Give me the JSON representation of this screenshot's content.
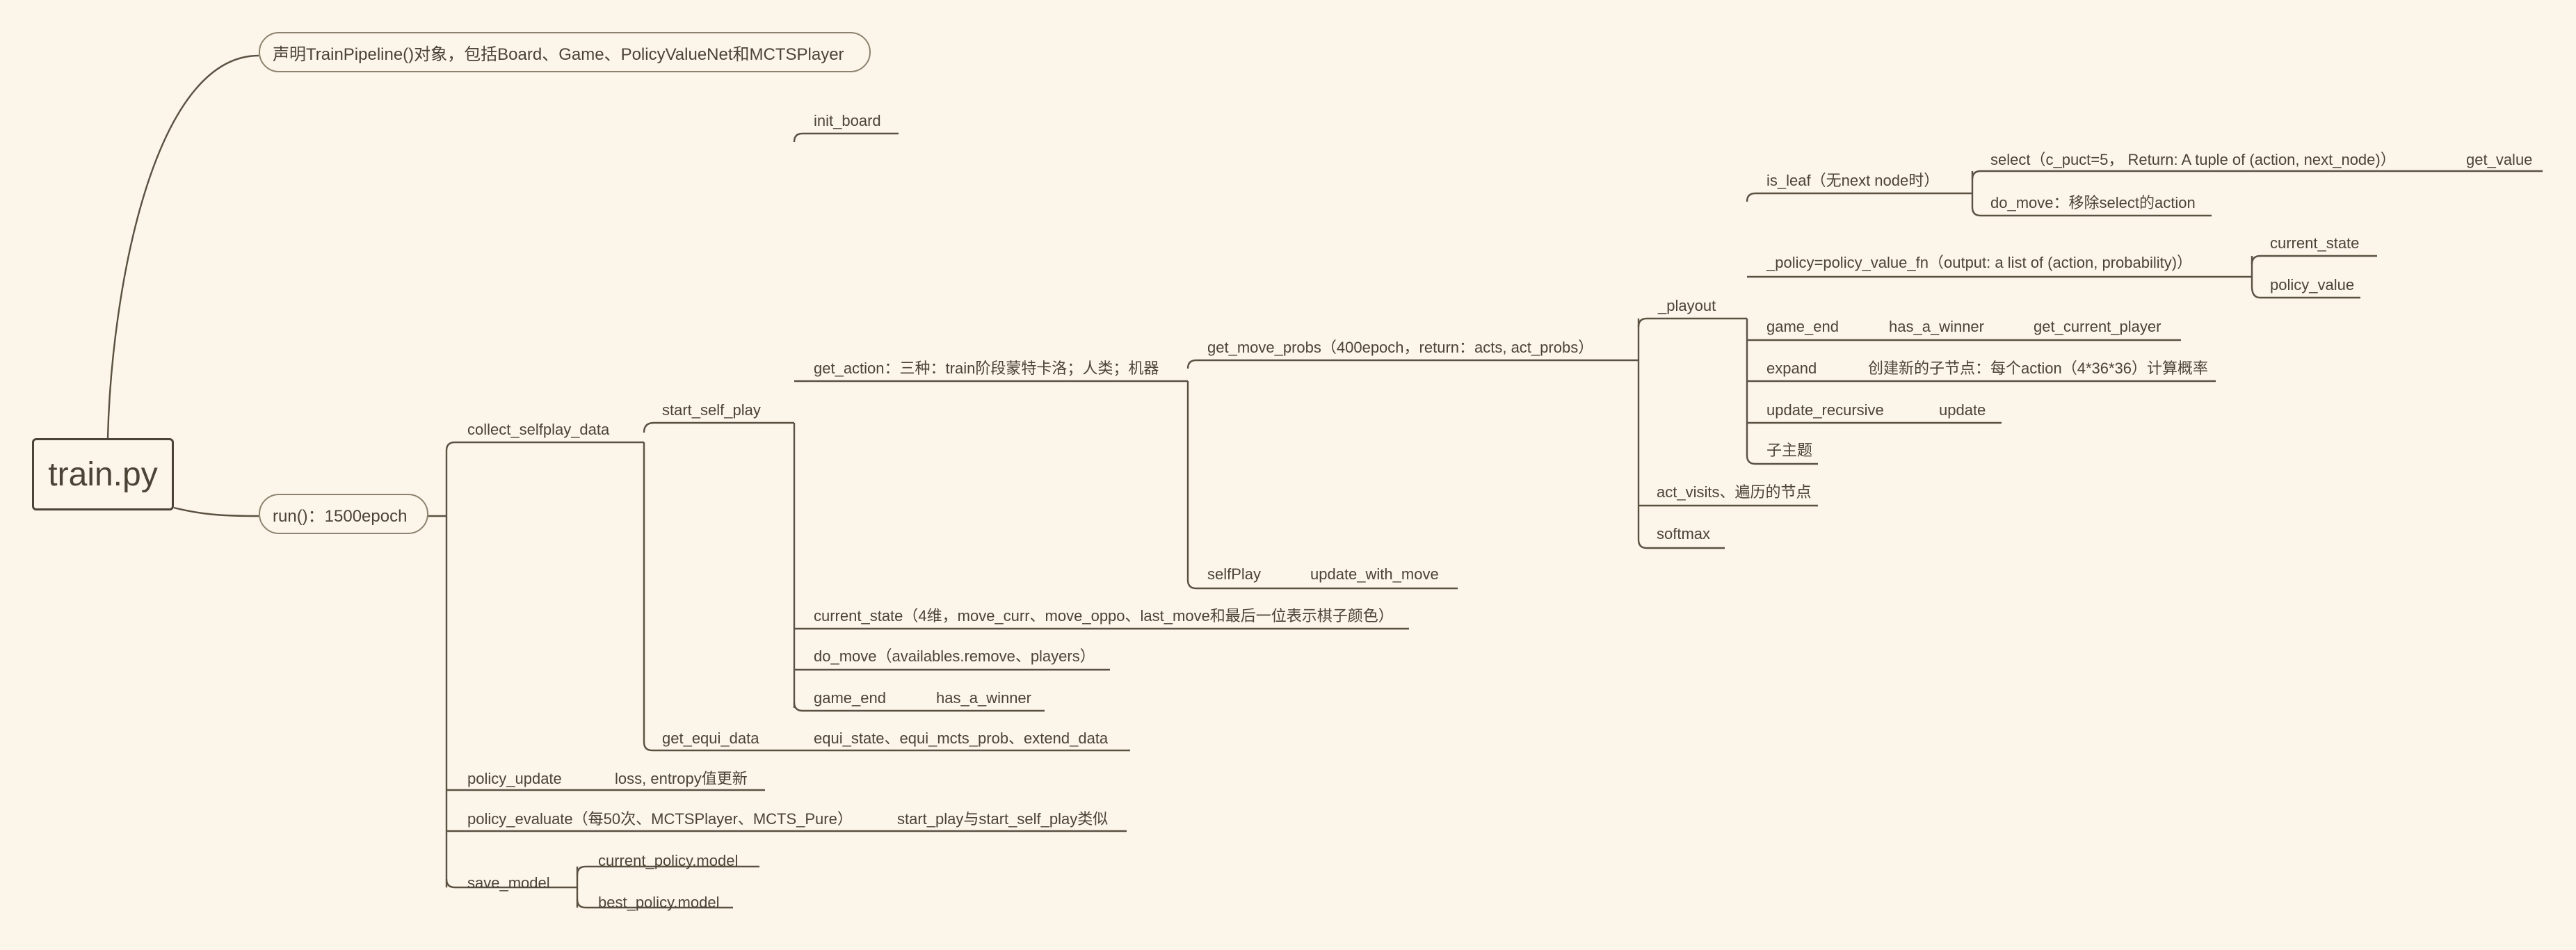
{
  "root": "train.py",
  "declare": "声明TrainPipeline()对象，包括Board、Game、PolicyValueNet和MCTSPlayer",
  "run": "run()：1500epoch",
  "collect_selfplay_data": "collect_selfplay_data",
  "start_self_play": "start_self_play",
  "init_board": "init_board",
  "get_action": "get_action：三种：train阶段蒙特卡洛；人类；机器",
  "get_move_probs": "get_move_probs（400epoch，return：acts, act_probs）",
  "playout": "_playout",
  "is_leaf": "is_leaf（无next node时）",
  "select": "select（c_puct=5， Return: A tuple of (action, next_node)）",
  "get_value": "get_value",
  "do_move_select": "do_move：移除select的action",
  "policy_fn": "_policy=policy_value_fn（output: a list of (action, probability)）",
  "current_state_leaf": "current_state",
  "policy_value": "policy_value",
  "game_end_inner": "game_end",
  "has_a_winner_inner": "has_a_winner",
  "get_current_player": "get_current_player",
  "expand": "expand",
  "expand_desc": "创建新的子节点：每个action（4*36*36）计算概率",
  "update_recursive": "update_recursive",
  "update": "update",
  "subtopic": "子主题",
  "act_visits": "act_visits、遍历的节点",
  "softmax": "softmax",
  "selfplay": "selfPlay",
  "update_with_move": "update_with_move",
  "current_state": "current_state（4维，move_curr、move_oppo、last_move和最后一位表示棋子颜色）",
  "do_move": "do_move（availables.remove、players）",
  "game_end": "game_end",
  "has_a_winner": "has_a_winner",
  "get_equi_data": "get_equi_data",
  "equi_data_desc": "equi_state、equi_mcts_prob、extend_data",
  "policy_update": "policy_update",
  "loss_entropy": "loss, entropy值更新",
  "policy_evaluate": "policy_evaluate（每50次、MCTSPlayer、MCTS_Pure）",
  "start_play": "start_play与start_self_play类似",
  "save_model": "save_model",
  "current_policy_model": "current_policy.model",
  "best_policy_model": "best_policy.model",
  "colors": {
    "background": "#fbf6e9",
    "line": "#5a5142",
    "text": "#4b4336"
  }
}
